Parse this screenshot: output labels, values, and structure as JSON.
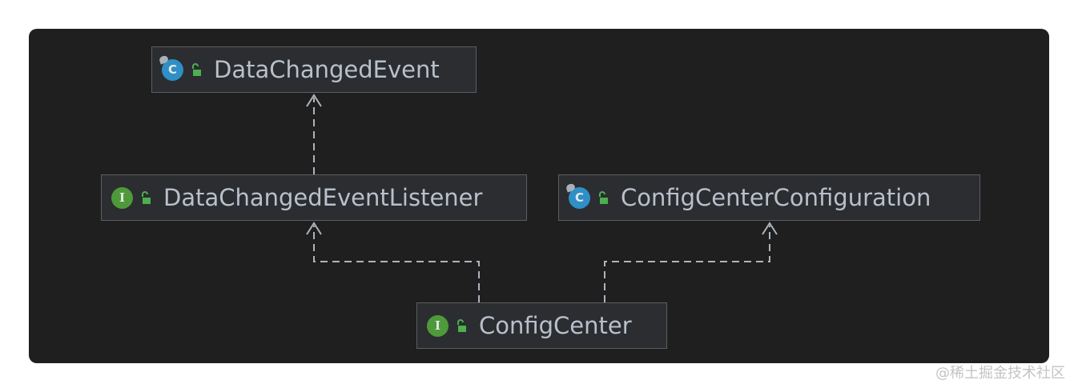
{
  "diagram": {
    "nodes": [
      {
        "id": "data-changed-event",
        "label": "DataChangedEvent",
        "kind": "class",
        "badge": "C"
      },
      {
        "id": "data-changed-event-listener",
        "label": "DataChangedEventListener",
        "kind": "interface",
        "badge": "I"
      },
      {
        "id": "config-center-configuration",
        "label": "ConfigCenterConfiguration",
        "kind": "class",
        "badge": "C"
      },
      {
        "id": "config-center",
        "label": "ConfigCenter",
        "kind": "interface",
        "badge": "I"
      }
    ],
    "edges": [
      {
        "from": "data-changed-event-listener",
        "to": "data-changed-event",
        "style": "dashed-open-arrow"
      },
      {
        "from": "config-center",
        "to": "data-changed-event-listener",
        "style": "dashed-open-arrow"
      },
      {
        "from": "config-center",
        "to": "config-center-configuration",
        "style": "dashed-open-arrow"
      }
    ],
    "colors": {
      "background": "#1f1f1f",
      "node_fill": "#2b2d30",
      "node_border": "#5b5e63",
      "text": "#b9c0cc",
      "edge": "#aeb4bc",
      "class_badge": "#2f8fc7",
      "interface_badge": "#4e9a3b",
      "lock": "#4caf50"
    }
  },
  "watermark": "@稀土掘金技术社区"
}
